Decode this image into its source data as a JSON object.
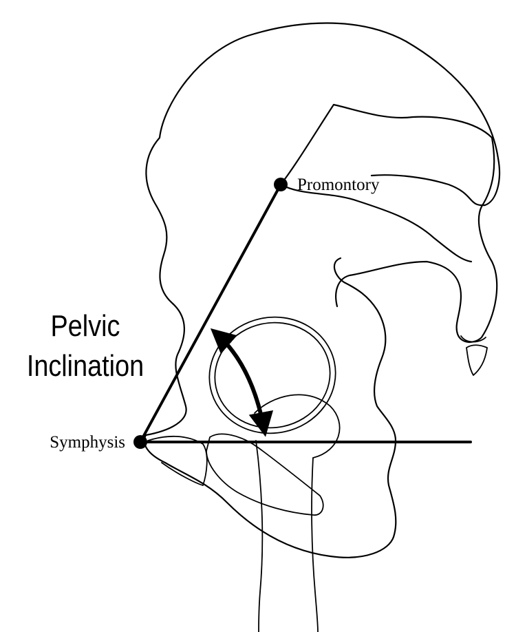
{
  "labels": {
    "promontory": "Promontory",
    "symphysis": "Symphysis",
    "angle_line1": "Pelvic",
    "angle_line2": "Inclination"
  },
  "colors": {
    "ink": "#000000",
    "background": "#ffffff"
  }
}
